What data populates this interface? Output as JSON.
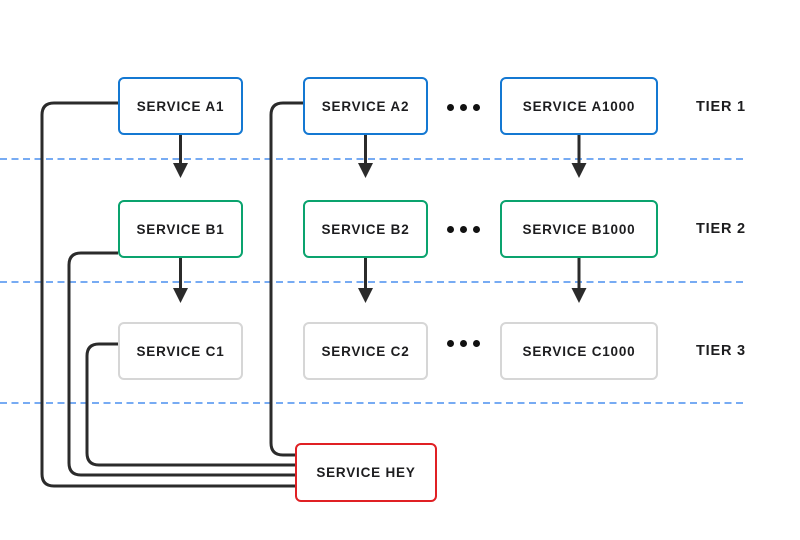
{
  "tiers": [
    {
      "label": "TIER 1",
      "services": [
        "SERVICE A1",
        "SERVICE A2",
        "SERVICE A1000"
      ],
      "border_color": "#1478d2"
    },
    {
      "label": "TIER 2",
      "services": [
        "SERVICE B1",
        "SERVICE B2",
        "SERVICE B1000"
      ],
      "border_color": "#0aa36e"
    },
    {
      "label": "TIER 3",
      "services": [
        "SERVICE C1",
        "SERVICE C2",
        "SERVICE C1000"
      ],
      "border_color": "#d6d6d6"
    }
  ],
  "special_service": {
    "label": "SERVICE HEY",
    "border_color": "#e02024"
  },
  "icons": {
    "ellipsis": "•••"
  },
  "edges": [
    {
      "from": "SERVICE A1",
      "to": "SERVICE B1",
      "style": "arrow"
    },
    {
      "from": "SERVICE A2",
      "to": "SERVICE B2",
      "style": "arrow"
    },
    {
      "from": "SERVICE A1000",
      "to": "SERVICE B1000",
      "style": "arrow"
    },
    {
      "from": "SERVICE B1",
      "to": "SERVICE C1",
      "style": "arrow"
    },
    {
      "from": "SERVICE B2",
      "to": "SERVICE C2",
      "style": "arrow"
    },
    {
      "from": "SERVICE B1000",
      "to": "SERVICE C1000",
      "style": "arrow"
    },
    {
      "from": "SERVICE HEY",
      "to": "SERVICE A1",
      "style": "plain"
    },
    {
      "from": "SERVICE HEY",
      "to": "SERVICE B1",
      "style": "plain"
    },
    {
      "from": "SERVICE HEY",
      "to": "SERVICE C1",
      "style": "plain"
    },
    {
      "from": "SERVICE HEY",
      "to": "SERVICE A2",
      "style": "plain"
    }
  ],
  "colors": {
    "tier1_border": "#1478d2",
    "tier2_border": "#0aa36e",
    "tier3_border": "#d6d6d6",
    "special_border": "#e02024",
    "connector": "#2b2b2b",
    "tier_divider": "#77abf3",
    "text": "#1d1d1f"
  }
}
